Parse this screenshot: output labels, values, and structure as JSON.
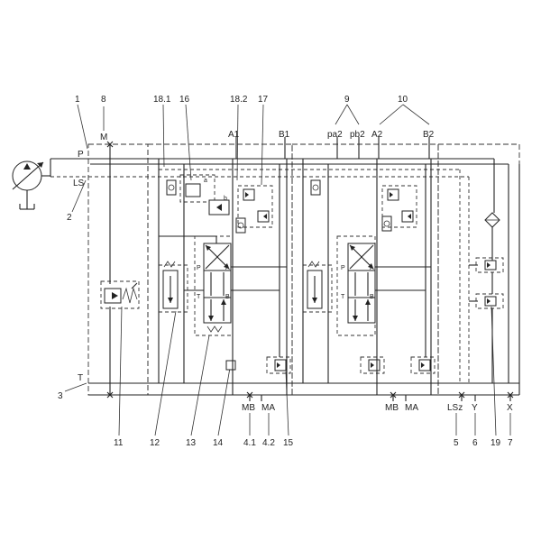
{
  "top_numbers": {
    "n1": "1",
    "n8": "8",
    "n18_1": "18.1",
    "n16": "16",
    "n18_2": "18.2",
    "n17": "17",
    "n9": "9",
    "n10": "10"
  },
  "top_ports": {
    "M": "M",
    "A1": "A1",
    "B1": "B1",
    "pa2": "pa2",
    "pb2": "pb2",
    "A2": "A2",
    "B2": "B2"
  },
  "left_lines": {
    "P": "P",
    "LS": "LS",
    "T": "T"
  },
  "side_numbers": {
    "n2": "2",
    "n3": "3"
  },
  "bottom_ports": {
    "MB1": "MB",
    "MA1": "MA",
    "MB2": "MB",
    "MA2": "MA",
    "LSz": "LSz",
    "Y": "Y",
    "X": "X"
  },
  "bottom_numbers": {
    "n11": "11",
    "n12": "12",
    "n13": "13",
    "n14": "14",
    "n4_1": "4.1",
    "n4_2": "4.2",
    "n15": "15",
    "n5": "5",
    "n6": "6",
    "n19": "19",
    "n7": "7"
  },
  "valve_ports": {
    "P": "P",
    "T": "T",
    "A": "A",
    "B": "B",
    "a": "a",
    "b": "b"
  }
}
